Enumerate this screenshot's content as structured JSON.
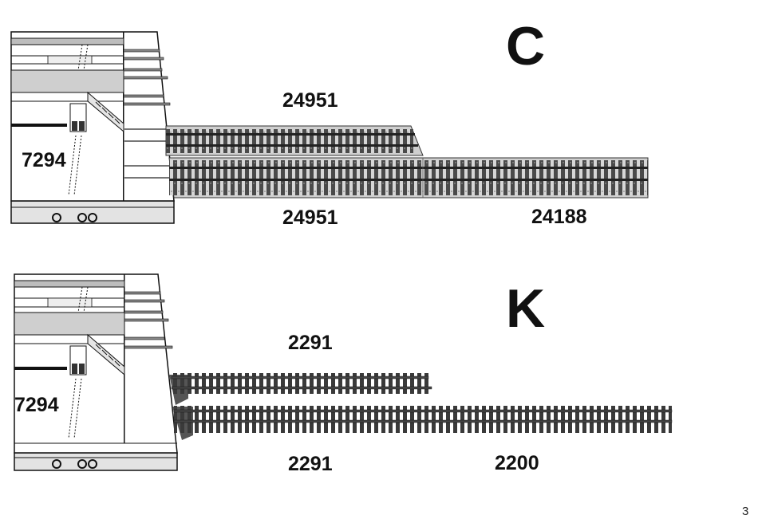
{
  "sections": [
    {
      "letter": "C",
      "station_label": "7294",
      "track_labels": {
        "upper_track": "24951",
        "lower_track_left": "24951",
        "lower_track_right": "24188"
      },
      "track_style": "ballast"
    },
    {
      "letter": "K",
      "station_label": "7294",
      "track_labels": {
        "upper_track": "2291",
        "lower_track_left": "2291",
        "lower_track_right": "2200"
      },
      "track_style": "plain"
    }
  ],
  "page_number": "3",
  "colors": {
    "ink": "#111111",
    "platform_face": "#dcdcdc",
    "ballast": "#cfcfcf",
    "sleeper": "#3a3a3a"
  }
}
